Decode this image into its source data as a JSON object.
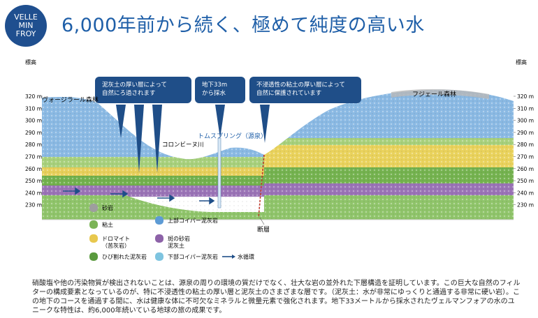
{
  "brand": {
    "logo_lines": [
      "VELLE",
      "MIN",
      "FROY"
    ],
    "logo_color": "#1f4f8f"
  },
  "title": "6,000年前から続く、極めて純度の高い水",
  "diagram": {
    "axis_title_left": "標高",
    "axis_title_right": "標高",
    "elevation_ticks": [
      "320 m",
      "310 m",
      "300 m",
      "290 m",
      "280 m",
      "270 m",
      "260 m",
      "250 m",
      "240 m",
      "230 m"
    ],
    "forest_left": "ヴォージラール森林",
    "forest_right": "フジェール森林",
    "river": "コロンビーヌ川",
    "spring": "トムスプリング（源泉）",
    "fault": "断層",
    "callouts": [
      "泥灰土の厚い層によって\n自然にろ過されます",
      "地下33m\nから採水",
      "不浸透性の粘土の厚い層によって\n自然に保護されています"
    ],
    "callout_color": "#1f4e88"
  },
  "legend": [
    {
      "label": "砂岩",
      "color": "#9e9e9e"
    },
    {
      "label": "粘土",
      "color": "#7bb356"
    },
    {
      "label": "ドロマイト\n（苦灰岩）",
      "color": "#e8c84e"
    },
    {
      "label": "ひび割れた泥灰岩",
      "color": "#5a9a3e"
    },
    {
      "label": "上部コイパー泥灰岩",
      "color": "#5d9bd5"
    },
    {
      "label": "斑の砂岩\n泥灰土",
      "color": "#8d62a8"
    },
    {
      "label": "下部コイパー泥灰岩",
      "color": "#7ec4e0"
    },
    {
      "label": "水循環",
      "color": "#1f4e88"
    }
  ],
  "description": "硝酸塩や他の汚染物質が検出されないことは、源泉の周りの環境の質だけでなく、壮大な岩の並外れた下層構造を証明しています。この巨大な自然のフィルターの構成要素となっているのが、特に不浸透性の粘土の厚い層と泥灰土のさまざまな層です。（泥灰土：水が非常にゆっくりと通過する非常に硬い岩）。この地下のコースを通過する間に、水は健康な体に不可欠なミネラルと微量元素で強化されます。地下33メートルから採水されたヴェルマンフォアの水のユニークな特性は、約6,000年続いている地球の旅の成果です。"
}
